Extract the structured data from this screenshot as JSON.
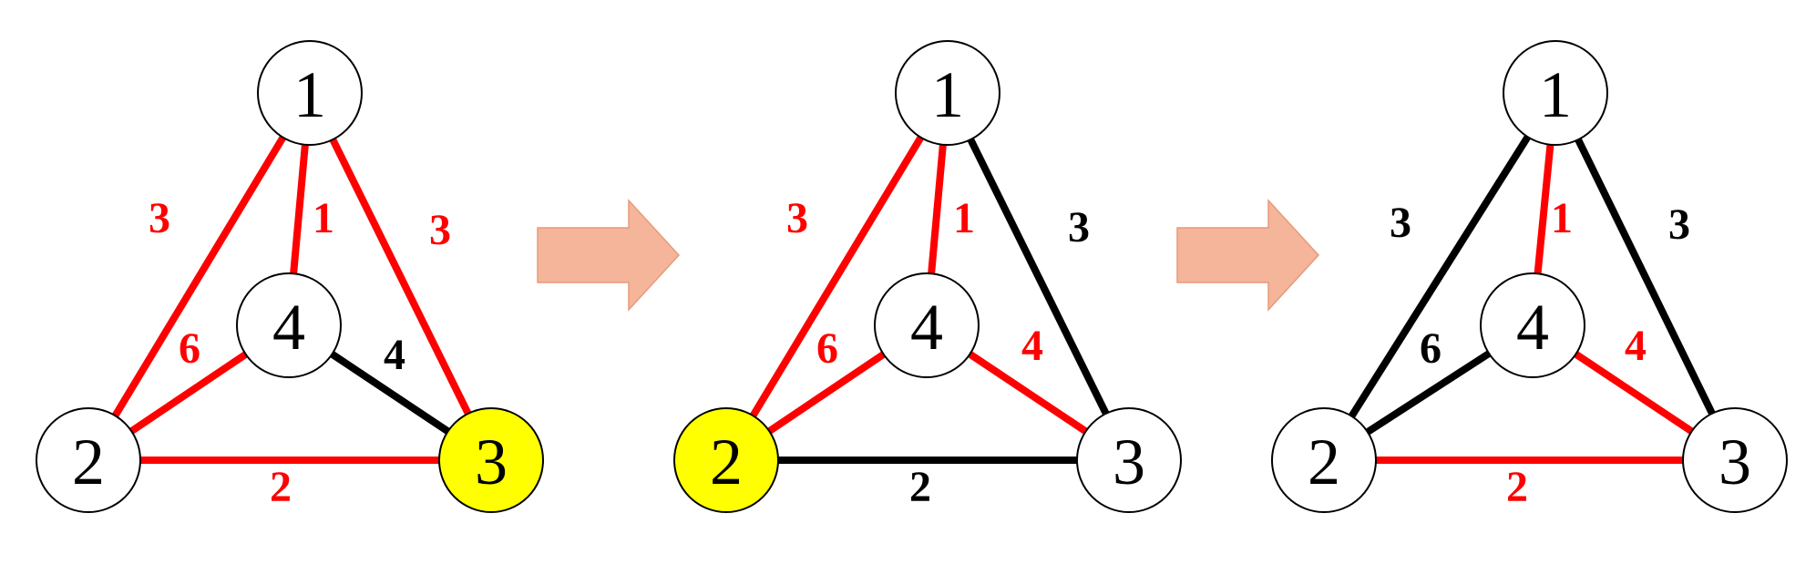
{
  "colors": {
    "red": "#ff0000",
    "black": "#000000",
    "highlight": "#ffff00",
    "node_fill": "#ffffff",
    "arrow_fill": "#f4b59a",
    "arrow_stroke": "#e89a78"
  },
  "panels": [
    {
      "highlighted_node": "3",
      "nodes": [
        "1",
        "2",
        "3",
        "4"
      ],
      "edges": [
        {
          "from": "1",
          "to": "2",
          "weight": "3",
          "color": "red"
        },
        {
          "from": "1",
          "to": "4",
          "weight": "1",
          "color": "red"
        },
        {
          "from": "1",
          "to": "3",
          "weight": "3",
          "color": "red"
        },
        {
          "from": "4",
          "to": "2",
          "weight": "6",
          "color": "red"
        },
        {
          "from": "4",
          "to": "3",
          "weight": "4",
          "color": "black"
        },
        {
          "from": "2",
          "to": "3",
          "weight": "2",
          "color": "red"
        }
      ]
    },
    {
      "highlighted_node": "2",
      "nodes": [
        "1",
        "2",
        "3",
        "4"
      ],
      "edges": [
        {
          "from": "1",
          "to": "2",
          "weight": "3",
          "color": "red"
        },
        {
          "from": "1",
          "to": "4",
          "weight": "1",
          "color": "red"
        },
        {
          "from": "1",
          "to": "3",
          "weight": "3",
          "color": "black"
        },
        {
          "from": "4",
          "to": "2",
          "weight": "6",
          "color": "red"
        },
        {
          "from": "4",
          "to": "3",
          "weight": "4",
          "color": "red"
        },
        {
          "from": "2",
          "to": "3",
          "weight": "2",
          "color": "black"
        }
      ]
    },
    {
      "highlighted_node": "",
      "nodes": [
        "1",
        "2",
        "3",
        "4"
      ],
      "edges": [
        {
          "from": "1",
          "to": "2",
          "weight": "3",
          "color": "black"
        },
        {
          "from": "1",
          "to": "4",
          "weight": "1",
          "color": "red"
        },
        {
          "from": "1",
          "to": "3",
          "weight": "3",
          "color": "black"
        },
        {
          "from": "4",
          "to": "2",
          "weight": "6",
          "color": "black"
        },
        {
          "from": "4",
          "to": "3",
          "weight": "4",
          "color": "red"
        },
        {
          "from": "2",
          "to": "3",
          "weight": "2",
          "color": "red"
        }
      ]
    }
  ],
  "arrows": [
    {
      "icon": "right-arrow-icon"
    },
    {
      "icon": "right-arrow-icon"
    }
  ]
}
